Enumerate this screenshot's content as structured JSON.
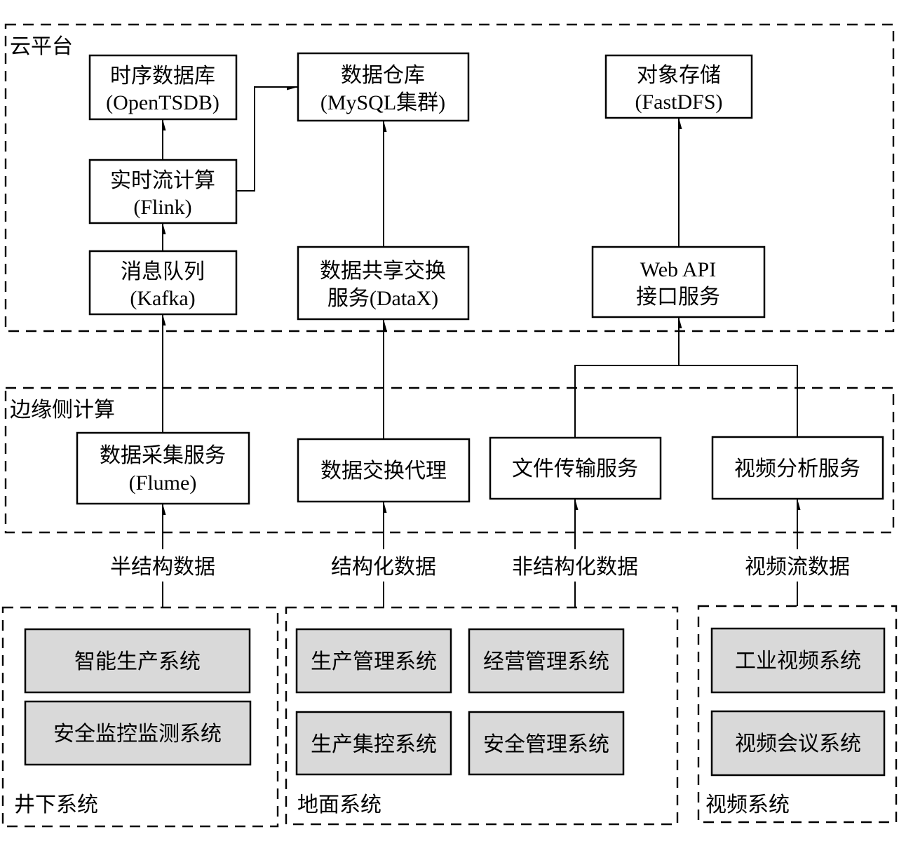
{
  "colors": {
    "line": "#000000",
    "node_fill": "#ffffff",
    "system_fill": "#d9d9d9",
    "background": "#ffffff"
  },
  "containers": {
    "cloud": {
      "label": "云平台"
    },
    "edge": {
      "label": "边缘侧计算"
    },
    "underground": {
      "label": "井下系统",
      "systems": [
        "智能生产系统",
        "安全监控监测系统"
      ]
    },
    "surface": {
      "label": "地面系统",
      "systems": [
        "生产管理系统",
        "经营管理系统",
        "生产集控系统",
        "安全管理系统"
      ]
    },
    "video": {
      "label": "视频系统",
      "systems": [
        "工业视频系统",
        "视频会议系统"
      ]
    }
  },
  "cloud_nodes": {
    "tsdb": {
      "line1": "时序数据库",
      "line2": "(OpenTSDB)"
    },
    "warehouse": {
      "line1": "数据仓库",
      "line2": "(MySQL集群)"
    },
    "object_storage": {
      "line1": "对象存储",
      "line2": "(FastDFS)"
    },
    "stream_compute": {
      "line1": "实时流计算",
      "line2": "(Flink)"
    },
    "message_queue": {
      "line1": "消息队列",
      "line2": "(Kafka)"
    },
    "data_share_exchange": {
      "line1": "数据共享交换",
      "line2": "服务(DataX)"
    },
    "web_api": {
      "line1": "Web API",
      "line2": "接口服务"
    }
  },
  "edge_nodes": {
    "data_collect": {
      "line1": "数据采集服务",
      "line2": "(Flume)"
    },
    "exchange_agent": {
      "label": "数据交换代理"
    },
    "file_transfer": {
      "label": "文件传输服务"
    },
    "video_analysis": {
      "label": "视频分析服务"
    }
  },
  "data_flow_labels": {
    "semi_structured": "半结构数据",
    "structured": "结构化数据",
    "unstructured": "非结构化数据",
    "video_stream": "视频流数据"
  }
}
